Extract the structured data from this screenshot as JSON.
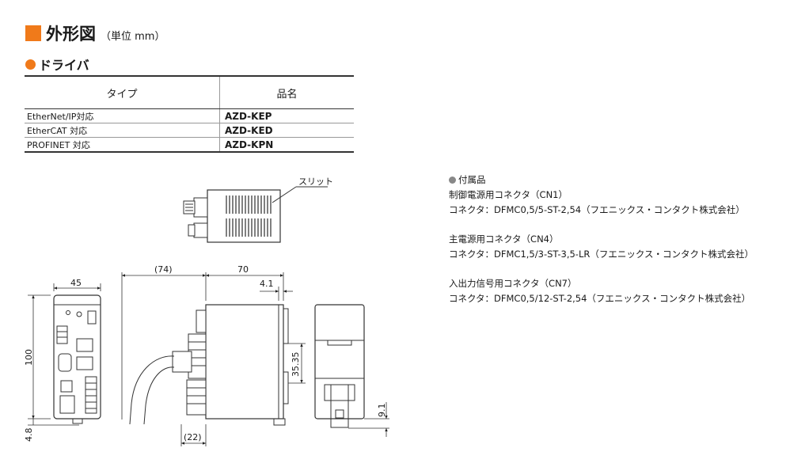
{
  "header": {
    "title": "外形図",
    "unit": "（単位 mm）"
  },
  "section": {
    "title": "ドライバ"
  },
  "table": {
    "headers": [
      "タイプ",
      "品名"
    ],
    "rows": [
      {
        "type": "EtherNet/IP対応",
        "model": "AZD-KEP"
      },
      {
        "type": "EtherCAT 対応",
        "model": "AZD-KED"
      },
      {
        "type": "PROFINET 対応",
        "model": "AZD-KPN"
      }
    ]
  },
  "accessories": {
    "title": "付属品",
    "groups": [
      {
        "name": "制御電源用コネクタ（CN1）",
        "detail": "コネクタ：DFMC0,5/5-ST-2,54（フエニックス・コンタクト株式会社）"
      },
      {
        "name": "主電源用コネクタ（CN4）",
        "detail": "コネクタ：DFMC1,5/3-ST-3,5-LR（フエニックス・コンタクト株式会社）"
      },
      {
        "name": "入出力信号用コネクタ（CN7）",
        "detail": "コネクタ：DFMC0,5/12-ST-2,54（フエニックス・コンタクト株式会社）"
      }
    ]
  },
  "drawing": {
    "slit_label": "スリット",
    "dim_front_width": "45",
    "dim_front_height": "100",
    "dim_front_bottom": "4.8",
    "dim_cable": "(74)",
    "dim_side_depth": "70",
    "dim_side_offset": "4.1",
    "dim_side_height": "35.35",
    "dim_side_bottom": "(22)",
    "dim_rear_bottom": "9.1"
  }
}
